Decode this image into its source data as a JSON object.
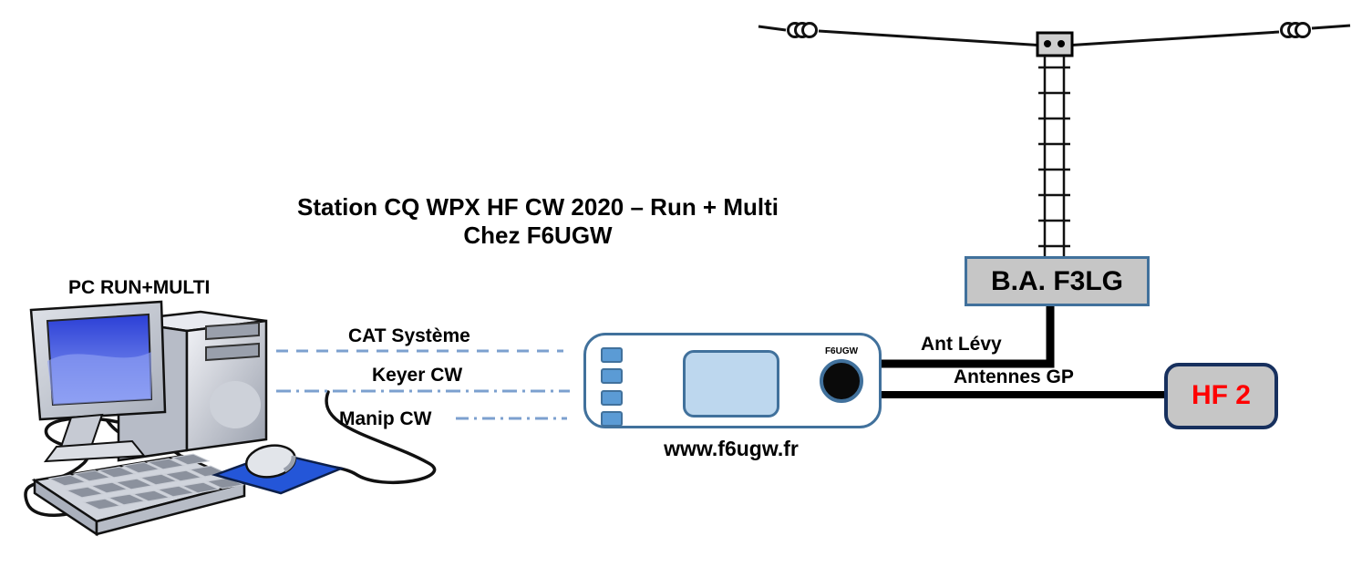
{
  "title": {
    "line1": "Station CQ WPX HF CW 2020 – Run + Multi",
    "line2": "Chez F6UGW"
  },
  "pc": {
    "label": "PC RUN+MULTI"
  },
  "connections": {
    "cat": {
      "label": "CAT Système"
    },
    "keyer": {
      "label": "Keyer CW"
    },
    "manip": {
      "label": "Manip CW"
    }
  },
  "transceiver": {
    "knob_label": "F6UGW",
    "website": "www.f6ugw.fr"
  },
  "balun_box": {
    "label": "B.A. F3LG"
  },
  "hf2_box": {
    "label": "HF 2"
  },
  "feedline_labels": {
    "levy": "Ant Lévy",
    "gp": "Antennes GP"
  },
  "colors": {
    "accent_blue": "#41719C",
    "display_blue": "#BDD7EE",
    "button_blue": "#5B9BD5",
    "box_gray": "#C6C6C6",
    "hf2_border_navy": "#17305E",
    "hf2_text_red": "#FF0000",
    "dash_line_blue": "#7CA0CF",
    "feedline_black": "#000000"
  }
}
